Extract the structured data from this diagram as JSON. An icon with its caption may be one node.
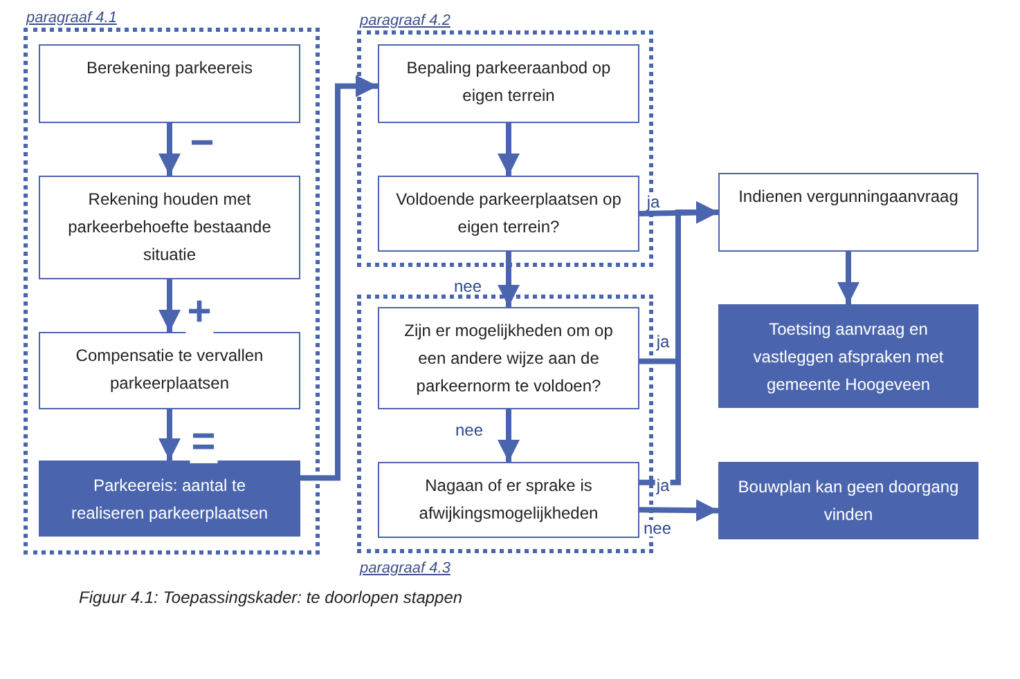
{
  "diagram": {
    "caption": "Figuur 4.1: Toepassingskader: te doorlopen stappen",
    "nodes": [
      {
        "text": [
          "paragraaf 4.1"
        ]
      },
      {
        "text": [
          "Berekening  parkeereis"
        ],
        "in": 0
      },
      {
        "text": [
          "Rekening houden met parkeerbehoefte bestaande situatie"
        ],
        "in": 0
      },
      {
        "text": [
          "Compensatie te vervallen parkeerplaatsen"
        ],
        "in": 0
      },
      {
        "text": [
          "Parkeereis: aantal te realiseren parkeerplaatsen"
        ],
        "in": 0
      },
      {
        "text": [
          "paragraaf 4.2"
        ]
      },
      {
        "text": [
          "Bepaling parkeeraanbod op eigen terrein"
        ],
        "in": 5
      },
      {
        "text": [
          "Voldoende parkeerplaatsen op eigen terrein?"
        ],
        "in": 5
      },
      {
        "text": [
          "paragraaf 4.3"
        ]
      },
      {
        "text": [
          "Zijn er mogelijkheden om op een andere wijze aan de parkeernorm te voldoen?"
        ],
        "in": 8
      },
      {
        "text": [
          "Nagaan of er sprake is afwijkingsmogelijkheden"
        ],
        "in": 8
      },
      {
        "text": [
          "Indienen vergunningaanvraag"
        ]
      },
      {
        "text": [
          "Toetsing aanvraag en vastleggen afspraken met gemeente Hoogeveen"
        ]
      },
      {
        "text": [
          "Bouwplan kan geen doorgang vinden"
        ]
      }
    ],
    "edges": [
      {
        "from": 1,
        "to": 2,
        "arrow": "to",
        "label": "−"
      },
      {
        "from": 2,
        "to": 3,
        "arrow": "to",
        "label": "+"
      },
      {
        "from": 3,
        "to": 4,
        "arrow": "to",
        "label": "="
      },
      {
        "from": 4,
        "to": 6,
        "arrow": "to"
      },
      {
        "from": 6,
        "to": 7,
        "arrow": "to"
      },
      {
        "from": 7,
        "to": 9,
        "arrow": "to",
        "label": "nee"
      },
      {
        "from": 9,
        "to": 10,
        "arrow": "to",
        "label": "nee"
      },
      {
        "from": 7,
        "to": 11,
        "arrow": "to",
        "label": "ja"
      },
      {
        "from": 9,
        "to": 11,
        "arrow": "to",
        "label": "ja"
      },
      {
        "from": 10,
        "to": 11,
        "arrow": "to",
        "label": "ja"
      },
      {
        "from": 10,
        "to": 13,
        "arrow": "to",
        "label": "nee"
      },
      {
        "from": 11,
        "to": 12,
        "arrow": "to"
      }
    ]
  }
}
